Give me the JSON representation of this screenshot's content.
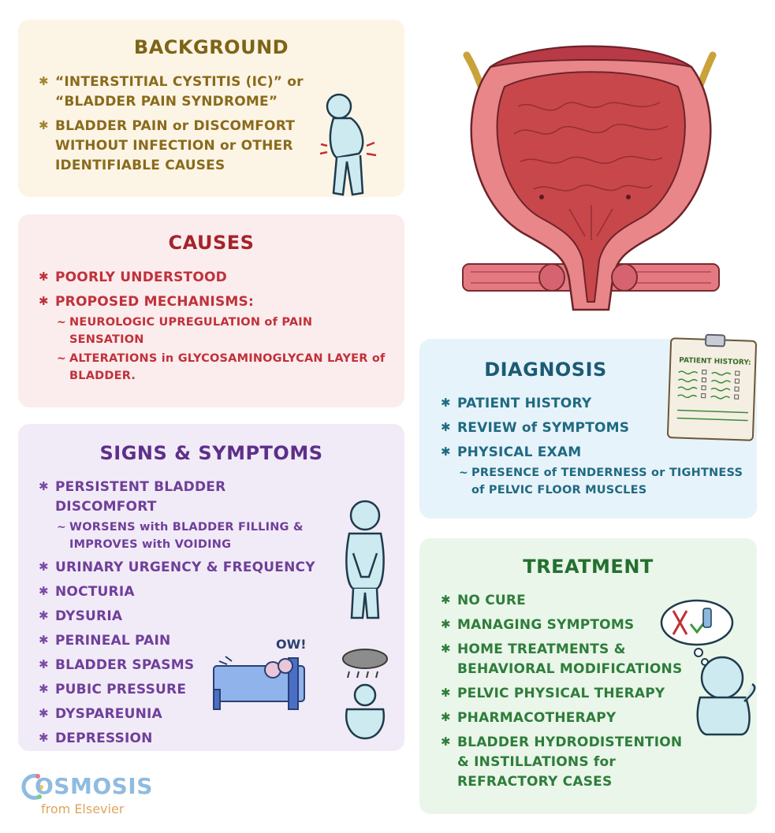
{
  "background": {
    "title": "BACKGROUND",
    "items": [
      {
        "text": "“INTERSTITIAL CYSTITIS (IC)” or “BLADDER PAIN SYNDROME”"
      },
      {
        "text": "BLADDER PAIN or DISCOMFORT WITHOUT INFECTION or OTHER IDENTIFIABLE CAUSES"
      }
    ]
  },
  "causes": {
    "title": "CAUSES",
    "items": [
      {
        "text": "POORLY UNDERSTOOD"
      },
      {
        "text": "PROPOSED MECHANISMS:"
      },
      {
        "text": "NEUROLOGIC UPREGULATION of PAIN SENSATION",
        "sub": true
      },
      {
        "text": "ALTERATIONS in GLYCOSAMINOGLYCAN LAYER of BLADDER.",
        "sub": true
      }
    ]
  },
  "signs": {
    "title": "SIGNS & SYMPTOMS",
    "items": [
      {
        "text": "PERSISTENT BLADDER DISCOMFORT"
      },
      {
        "text": "WORSENS with BLADDER FILLING & IMPROVES with VOIDING",
        "sub": true
      },
      {
        "text": "URINARY URGENCY & FREQUENCY"
      },
      {
        "text": "NOCTURIA"
      },
      {
        "text": "DYSURIA"
      },
      {
        "text": "PERINEAL PAIN"
      },
      {
        "text": "BLADDER SPASMS"
      },
      {
        "text": "PUBIC PRESSURE"
      },
      {
        "text": "DYSPAREUNIA"
      },
      {
        "text": "DEPRESSION"
      }
    ],
    "ow_label": "OW!"
  },
  "diagnosis": {
    "title": "DIAGNOSIS",
    "items": [
      {
        "text": "PATIENT HISTORY"
      },
      {
        "text": "REVIEW of SYMPTOMS"
      },
      {
        "text": "PHYSICAL EXAM"
      },
      {
        "text": "PRESENCE of TENDERNESS or TIGHTNESS of PELVIC FLOOR MUSCLES",
        "sub": true
      }
    ],
    "clipboard_label": "PATIENT HISTORY:"
  },
  "treatment": {
    "title": "TREATMENT",
    "items": [
      {
        "text": "NO CURE"
      },
      {
        "text": "MANAGING SYMPTOMS"
      },
      {
        "text": "HOME TREATMENTS & BEHAVIORAL MODIFICATIONS"
      },
      {
        "text": "PELVIC PHYSICAL THERAPY"
      },
      {
        "text": "PHARMACOTHERAPY"
      },
      {
        "text": "BLADDER HYDRODISTENTION & INSTILLATIONS for REFRACTORY CASES"
      }
    ]
  },
  "logo": {
    "brand": "OSMOSIS",
    "sub": "from Elsevier"
  },
  "colors": {
    "background_card": "#fcf5e6",
    "causes_card": "#fbeced",
    "signs_card": "#f1ebf7",
    "diagnosis_card": "#e7f3fa",
    "treatment_card": "#eaf6ea",
    "bladder_wall": "#e8868a",
    "bladder_lumen": "#c8474a"
  }
}
